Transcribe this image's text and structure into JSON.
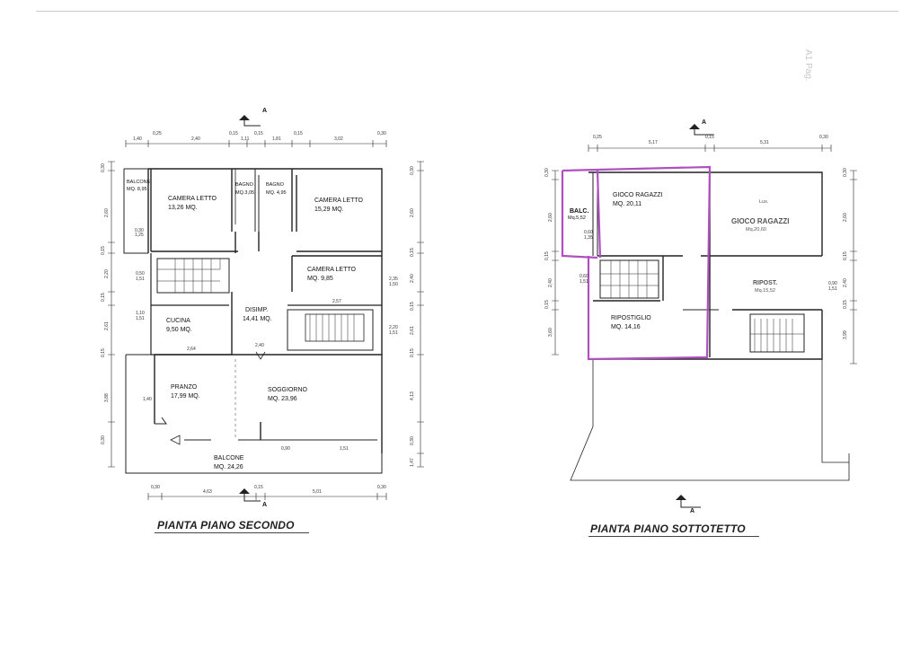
{
  "left_plan": {
    "title": "PIANTA PIANO SECONDO",
    "section_top": "A",
    "section_bottom": "A",
    "rooms": {
      "balcone_small": {
        "name": "BALCONE",
        "area": "MQ. 8,95"
      },
      "camera1": {
        "name": "CAMERA LETTO",
        "area": "13,26 MQ."
      },
      "bagno1": {
        "name": "BAGNO",
        "area": "MQ.3,05"
      },
      "bagno2": {
        "name": "BAGNO",
        "area": "MQ. 4,95"
      },
      "camera2": {
        "name": "CAMERA LETTO",
        "area": "15,29 MQ."
      },
      "camera3": {
        "name": "CAMERA LETTO",
        "area": "MQ. 9,85"
      },
      "disimp": {
        "name": "DISIMP.",
        "area": "14,41 MQ."
      },
      "cucina": {
        "name": "CUCINA",
        "area": "9,50 MQ."
      },
      "pranzo": {
        "name": "PRANZO",
        "area": "17,99 MQ."
      },
      "soggiorno": {
        "name": "SOGGIORNO",
        "area": "MQ. 23,96"
      },
      "balcone_big": {
        "name": "BALCONE",
        "area": "MQ. 24,26"
      }
    },
    "dims_top": [
      "1,40",
      "0,25",
      "2,40",
      "0,15",
      "1,11",
      "0,15",
      "1,81",
      "0,15",
      "3,02",
      "0,30"
    ],
    "dims_bottom": [
      "0,30",
      "4,63",
      "0,15",
      "5,01",
      "0,30"
    ],
    "dims_left": [
      "0,30",
      "2,60",
      "0,15",
      "2,20",
      "0,15",
      "2,61",
      "0,15",
      "3,88",
      "0,30"
    ],
    "dims_right": [
      "0,30",
      "2,60",
      "0,15",
      "2,40",
      "0,15",
      "2,61",
      "0,15",
      "4,13",
      "0,30",
      "1,47"
    ],
    "inner_dims": [
      "0,30",
      "1,25",
      "0,50",
      "1,51",
      "1,10",
      "1,51",
      "2,64",
      "2,57",
      "2,40",
      "1,40",
      "2,35",
      "1,50",
      "2,20",
      "1,51",
      "0,90",
      "1,51"
    ]
  },
  "right_plan": {
    "title": "PIANTA PIANO SOTTOTETTO",
    "section_top": "A",
    "section_bottom": "A",
    "rooms": {
      "balc": {
        "name": "BALC.",
        "area": "Mq.5,52"
      },
      "gioco1": {
        "name": "GIOCO RAGAZZI",
        "area": "MQ. 20,11"
      },
      "gioco2": {
        "name": "GIOCO RAGAZZI",
        "area": "Mq.20,60"
      },
      "lux": {
        "name": "Lux."
      },
      "ripostiglio1": {
        "name": "RIPOSTIGLIO",
        "area": "MQ. 14,16"
      },
      "ripostiglio2": {
        "name": "RIPOST.",
        "area": "Mq.15,52"
      }
    },
    "dims_top": [
      "0,25",
      "5,17",
      "0,15",
      "5,31",
      "0,30"
    ],
    "dims_left": [
      "0,30",
      "2,60",
      "0,15",
      "2,40",
      "0,15",
      "3,60"
    ],
    "dims_right": [
      "0,30",
      "2,60",
      "0,15",
      "2,40",
      "0,15",
      "3,99"
    ],
    "inner_dims": [
      "0,60",
      "1,35",
      "0,60",
      "1,51",
      "0,90",
      "1,51"
    ]
  },
  "stamp": "A1 Pag."
}
